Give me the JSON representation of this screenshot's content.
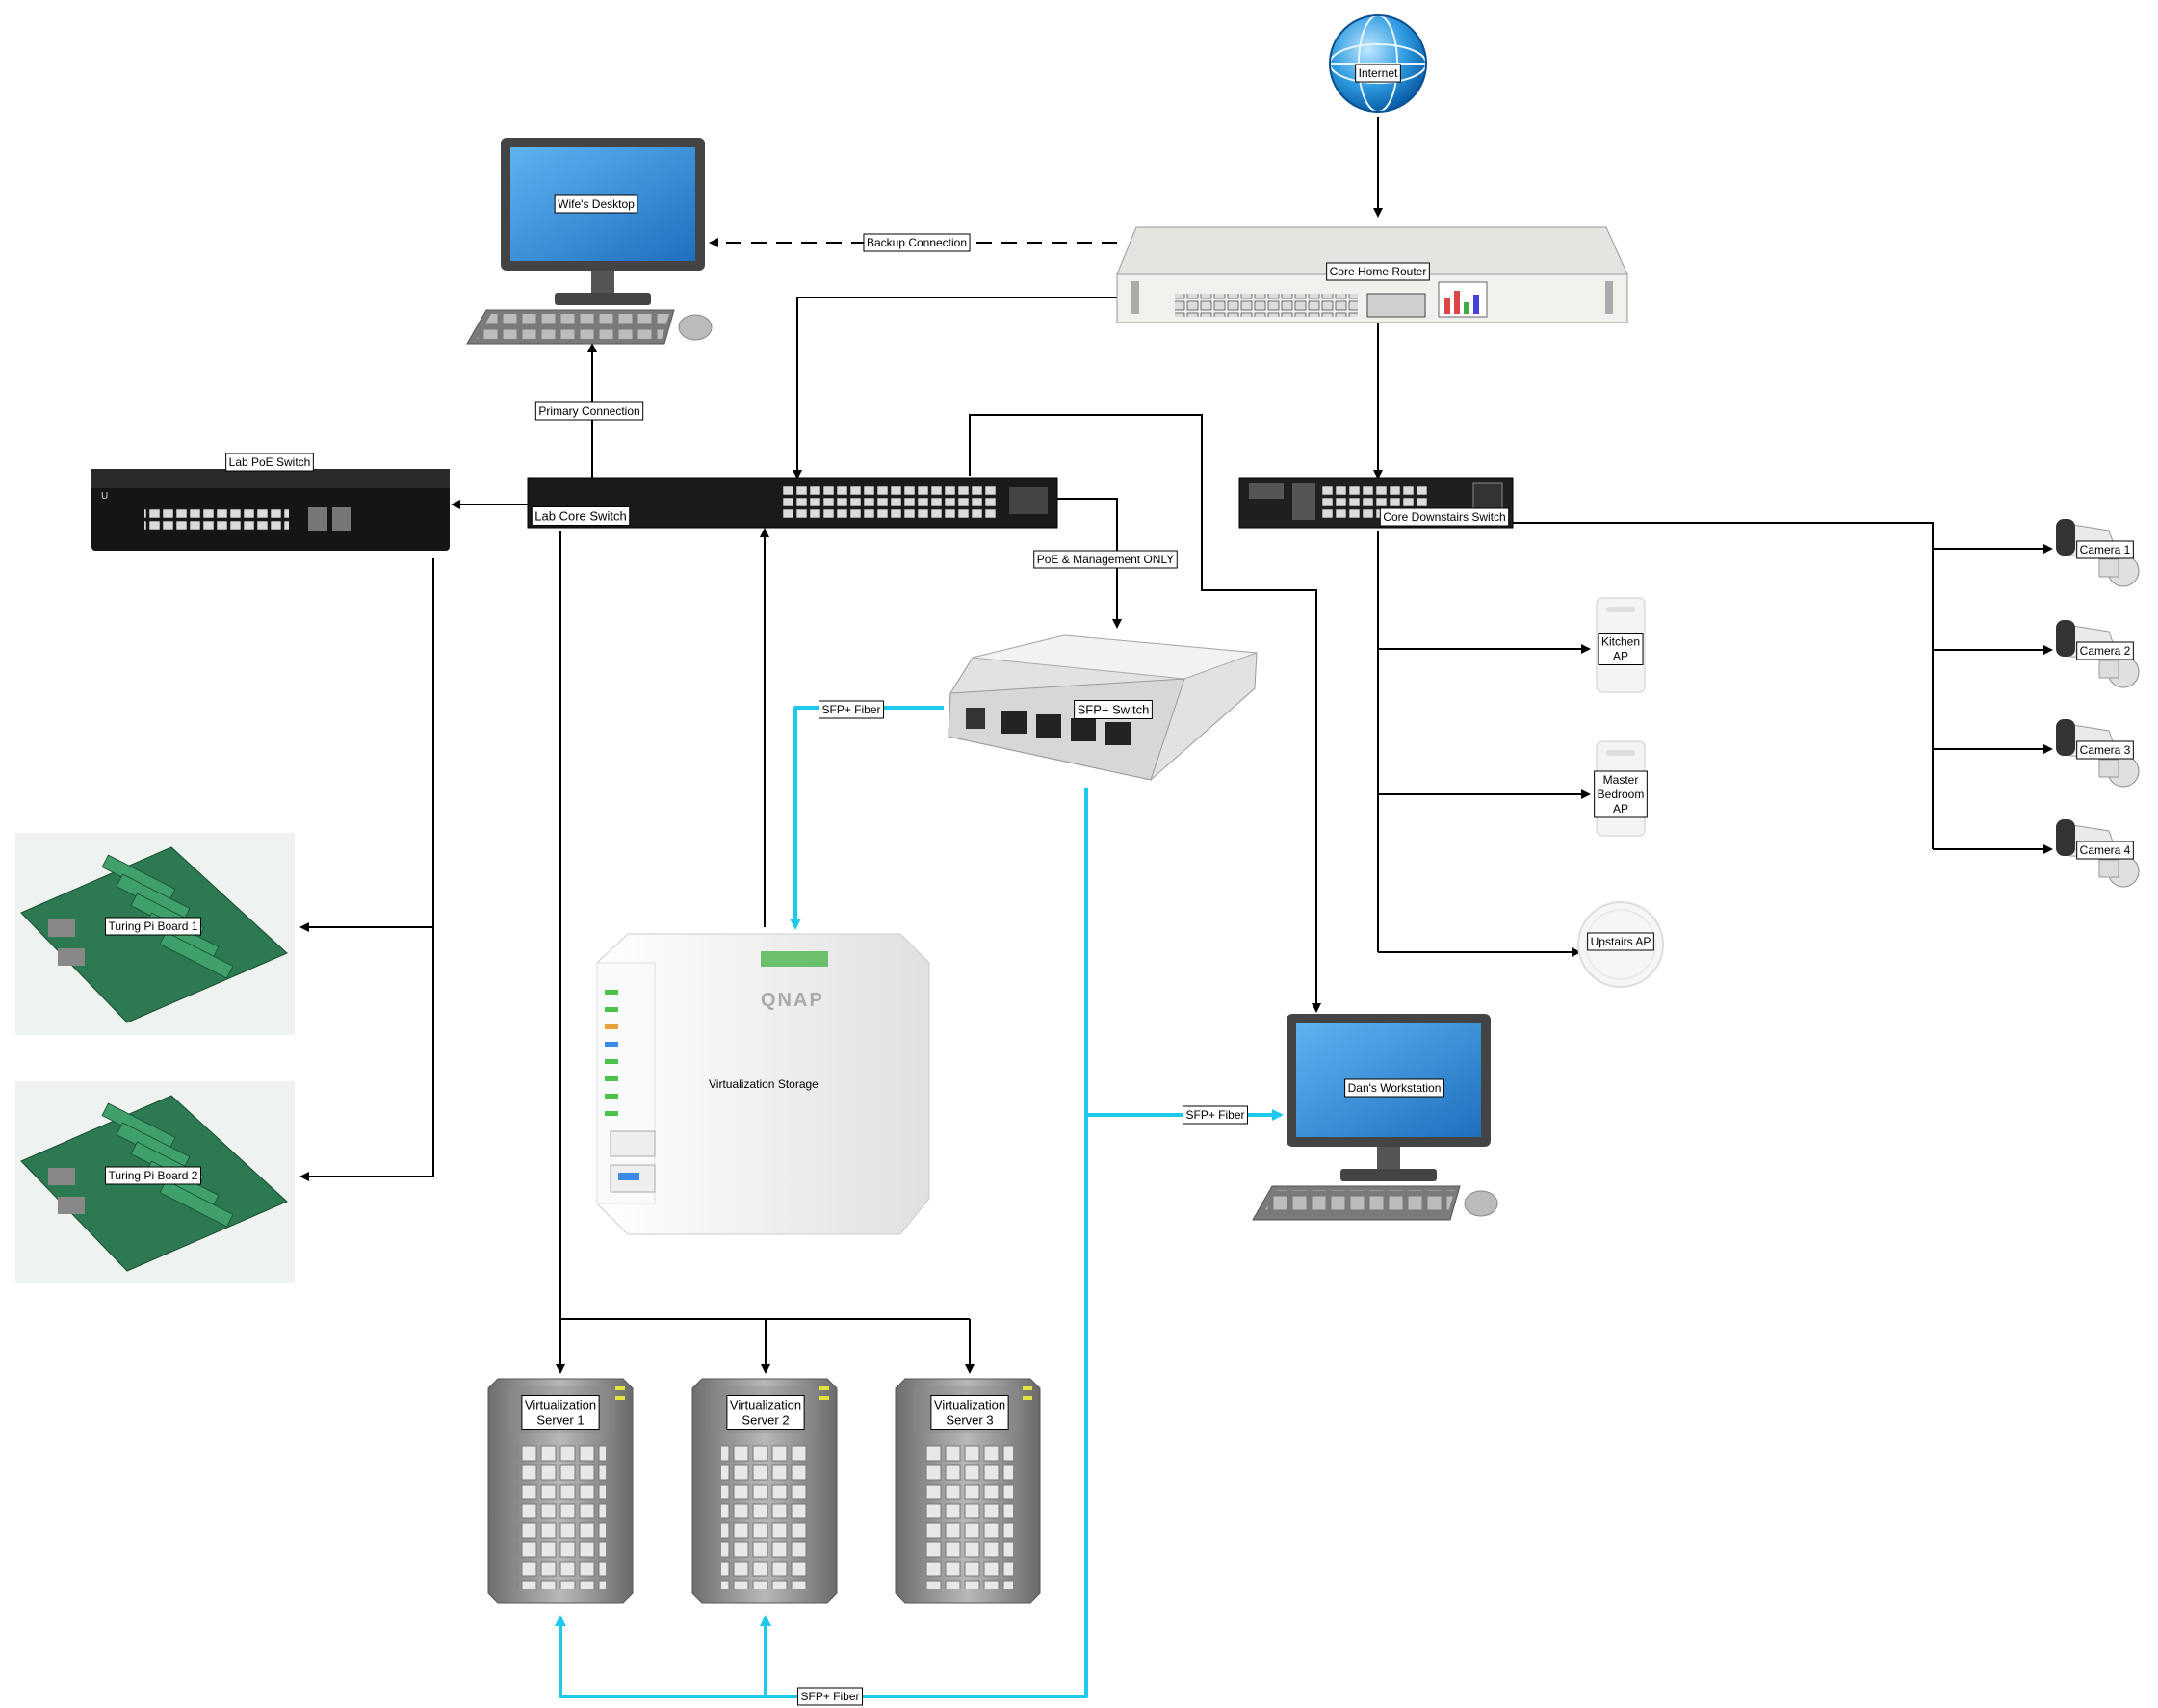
{
  "internet": "Internet",
  "core_router": "Core Home Router",
  "wife_desktop": "Wife's Desktop",
  "backup_connection": "Backup Connection",
  "primary_connection": "Primary Connection",
  "lab_poe_switch": "Lab PoE Switch",
  "lab_core_switch": "Lab Core Switch",
  "core_downstairs_switch": "Core Downstairs Switch",
  "poe_management": "PoE & Management ONLY",
  "sfp_switch": "SFP+ Switch",
  "sfp_fiber": "SFP+ Fiber",
  "kitchen_ap": [
    "Kitchen",
    "AP"
  ],
  "master_bedroom_ap": [
    "Master",
    "Bedroom",
    "AP"
  ],
  "upstairs_ap": "Upstairs AP",
  "cameras": [
    "Camera 1",
    "Camera 2",
    "Camera 3",
    "Camera 4"
  ],
  "turing_boards": [
    "Turing Pi Board 1",
    "Turing Pi Board 2"
  ],
  "virt_storage": "Virtualization Storage",
  "qnap_brand": "QNAP",
  "dans_workstation": "Dan's Workstation",
  "servers": [
    [
      "Virtualization",
      "Server 1"
    ],
    [
      "Virtualization",
      "Server 2"
    ],
    [
      "Virtualization",
      "Server 3"
    ]
  ],
  "colors": {
    "fiber": "#1ec8ec",
    "link": "#000000",
    "screen": "#2f8ad8"
  }
}
